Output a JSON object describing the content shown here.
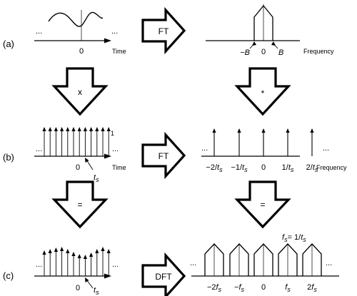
{
  "rows": {
    "a": {
      "label": "(a)"
    },
    "b": {
      "label": "(b)"
    },
    "c": {
      "label": "(c)"
    }
  },
  "axes": {
    "time_word": "Time",
    "frequency_word": "Frequency"
  },
  "ellipsis": "...",
  "left_panels": {
    "a": {
      "origin": "0"
    },
    "b": {
      "origin": "0",
      "impulse_height": "1",
      "spacing_label": "t",
      "spacing_sub": "s"
    },
    "c": {
      "origin": "0",
      "spacing_label": "t",
      "spacing_sub": "s"
    }
  },
  "right_panels": {
    "a": {
      "neg_band": "−B",
      "origin": "0",
      "pos_band": "B"
    },
    "b": {
      "ticks": [
        {
          "pre": "−2/",
          "var": "t",
          "sub": "s"
        },
        {
          "pre": "−1/",
          "var": "t",
          "sub": "s"
        },
        {
          "pre": "0",
          "var": "",
          "sub": ""
        },
        {
          "pre": "1/",
          "var": "t",
          "sub": "s"
        },
        {
          "pre": "2/",
          "var": "t",
          "sub": "s"
        }
      ]
    },
    "c": {
      "ticks": [
        {
          "pre": "−2",
          "var": "f",
          "sub": "s"
        },
        {
          "pre": "−",
          "var": "f",
          "sub": "s"
        },
        {
          "pre": "0",
          "var": "",
          "sub": ""
        },
        {
          "pre": "",
          "var": "f",
          "sub": "s"
        },
        {
          "pre": "2",
          "var": "f",
          "sub": "s"
        }
      ],
      "relation": {
        "lhs_var": "f",
        "lhs_sub": "s",
        "eq": "= 1/",
        "rhs_var": "t",
        "rhs_sub": "s"
      }
    }
  },
  "arrows": {
    "ft_a": "FT",
    "ft_b": "FT",
    "dft_c": "DFT",
    "multiply": "x",
    "convolve": "*",
    "equals_left": "=",
    "equals_right": "="
  }
}
